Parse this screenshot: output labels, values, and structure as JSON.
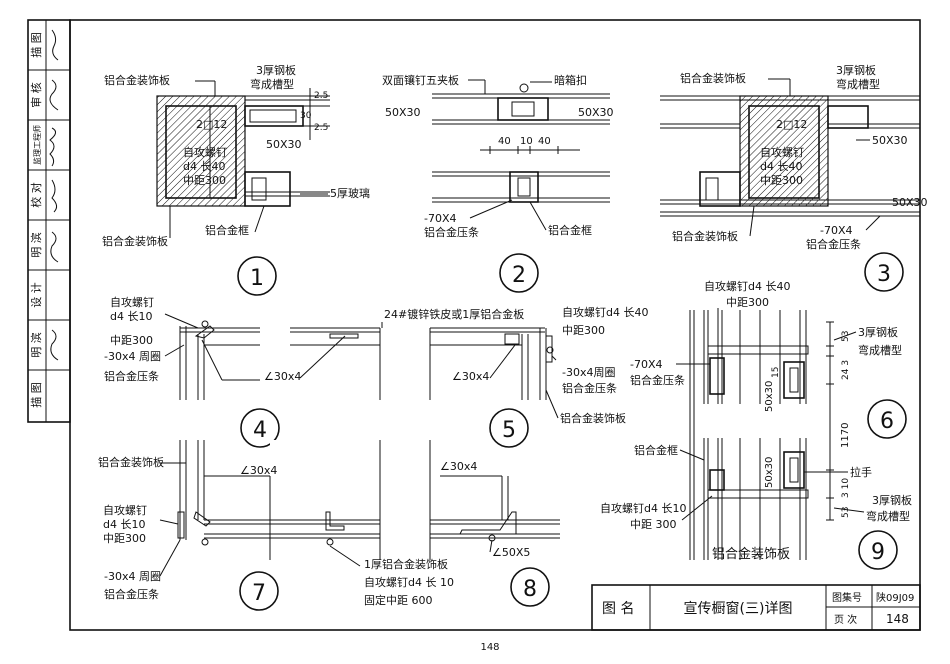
{
  "sidebar": {
    "rows": [
      "描 图",
      "明 滨",
      "设 计",
      "明 滨",
      "校 对",
      "监理工程师",
      "审 核",
      "描 图"
    ],
    "signatures": [
      "(签名)",
      "(签名)",
      "(签名)",
      "(签名)",
      "(签名)",
      "(签名)",
      "(签名)",
      "(签名)"
    ]
  },
  "details": {
    "d1": {
      "num": "1",
      "labels": {
        "deco_top": "铝合金装饰板",
        "steel": "3厚钢板",
        "groove": "弯成槽型",
        "dim_a": "2.5",
        "dim_b": "30",
        "dim_c": "2.5",
        "tube": "2□12",
        "size": "50X30",
        "screw1": "自攻螺钉",
        "screw2": "d4 长40",
        "screw3": "中距300",
        "glass": "5厚玻璃",
        "deco_bot": "铝合金装饰板",
        "frame": "铝合金框"
      }
    },
    "d2": {
      "num": "2",
      "labels": {
        "board": "双面镶钉五夹板",
        "lock": "暗箱扣",
        "size_l": "50X30",
        "size_r": "50X30",
        "d1": "40",
        "d2": "10",
        "d3": "40",
        "strip1": "-70X4",
        "strip2": "铝合金压条",
        "frame": "铝合金框"
      }
    },
    "d3": {
      "num": "3",
      "labels": {
        "deco_top": "铝合金装饰板",
        "steel": "3厚钢板",
        "groove": "弯成槽型",
        "tube": "2□12",
        "size1": "50X30",
        "screw1": "自攻螺钉",
        "screw2": "d4 长40",
        "screw3": "中距300",
        "size2": "50X30",
        "deco_bot": "铝合金装饰板",
        "strip1": "-70X4",
        "strip2": "铝合金压条"
      }
    },
    "d4": {
      "num": "4",
      "labels": {
        "screw1": "自攻螺钉",
        "screw2": "d4 长10",
        "screw3": "中距300",
        "ring": "-30x4 周圈",
        "strip": "铝合金压条",
        "angle": "∠30x4"
      }
    },
    "d5": {
      "num": "5",
      "labels": {
        "top": "24#镀锌铁皮或1厚铝合金板",
        "screw1": "自攻螺钉d4 长40",
        "screw2": "中距300",
        "angle": "∠30x4",
        "ring": "-30x4周圈",
        "strip": "铝合金压条",
        "deco": "铝合金装饰板"
      }
    },
    "d6": {
      "num": "6",
      "labels": {
        "screw1": "自攻螺钉d4 长40",
        "screw2": "中距300",
        "strip1": "-70X4",
        "strip2": "铝合金压条",
        "steel": "3厚钢板",
        "groove": "弯成槽型",
        "dim53": "53",
        "dim243": "24 3",
        "dim15": "15",
        "size": "50x30",
        "height": "1170"
      }
    },
    "d7": {
      "num": "7",
      "labels": {
        "deco": "铝合金装饰板",
        "screw1": "自攻螺钉",
        "screw2": "d4 长10",
        "screw3": "中距300",
        "ring": "-30x4 周圈",
        "strip": "铝合金压条",
        "angle": "∠30x4"
      }
    },
    "d8": {
      "num": "8",
      "labels": {
        "angle": "∠30x4",
        "board": "1厚铝合金装饰板",
        "screw": "自攻螺钉d4 长 10",
        "fix": "固定中距 600",
        "angle2": "∠50X5"
      }
    },
    "d9": {
      "num": "9",
      "labels": {
        "frame": "铝合金框",
        "handle": "拉手",
        "size": "50x30",
        "screw1": "自攻螺钉d4 长10",
        "screw2": "中距 300",
        "steel": "3厚钢板",
        "groove": "弯成槽型",
        "dim53": "53",
        "dim310": "3 10",
        "caption": "铝合金装饰板"
      }
    }
  },
  "title_block": {
    "name_label": "图  名",
    "title": "宣传橱窗(三)详图",
    "set_label": "图集号",
    "set_value": "陕09J09",
    "page_label": "页  次",
    "page_value": "148"
  },
  "page_number": "148"
}
